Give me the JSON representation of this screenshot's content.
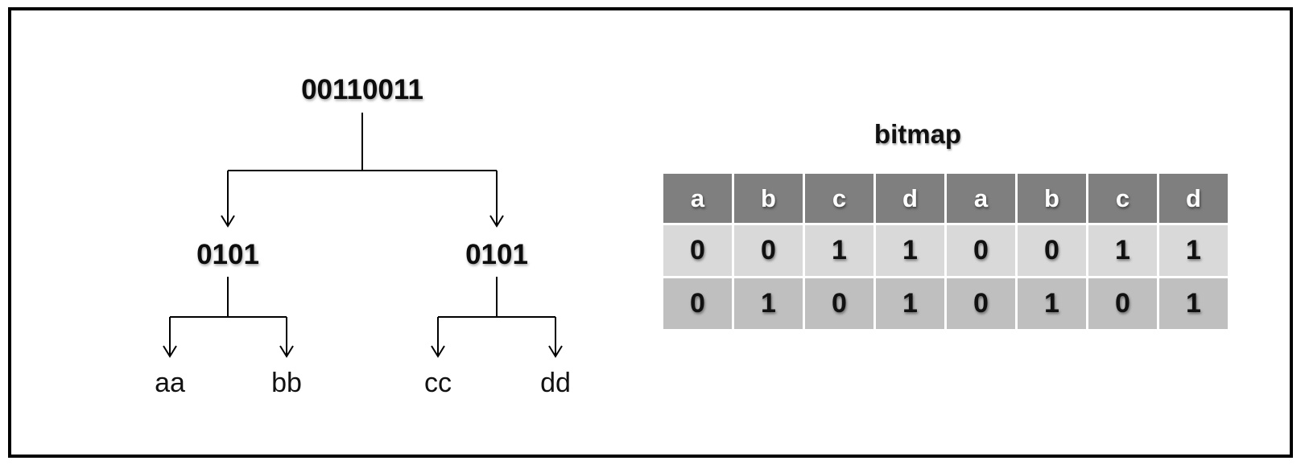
{
  "tree": {
    "root": "00110011",
    "left": {
      "label": "0101",
      "children": [
        "aa",
        "bb"
      ]
    },
    "right": {
      "label": "0101",
      "children": [
        "cc",
        "dd"
      ]
    }
  },
  "bitmap": {
    "title": "bitmap",
    "headers": [
      "a",
      "b",
      "c",
      "d",
      "a",
      "b",
      "c",
      "d"
    ],
    "rows": [
      [
        "0",
        "0",
        "1",
        "1",
        "0",
        "0",
        "1",
        "1"
      ],
      [
        "0",
        "1",
        "0",
        "1",
        "0",
        "1",
        "0",
        "1"
      ]
    ]
  }
}
